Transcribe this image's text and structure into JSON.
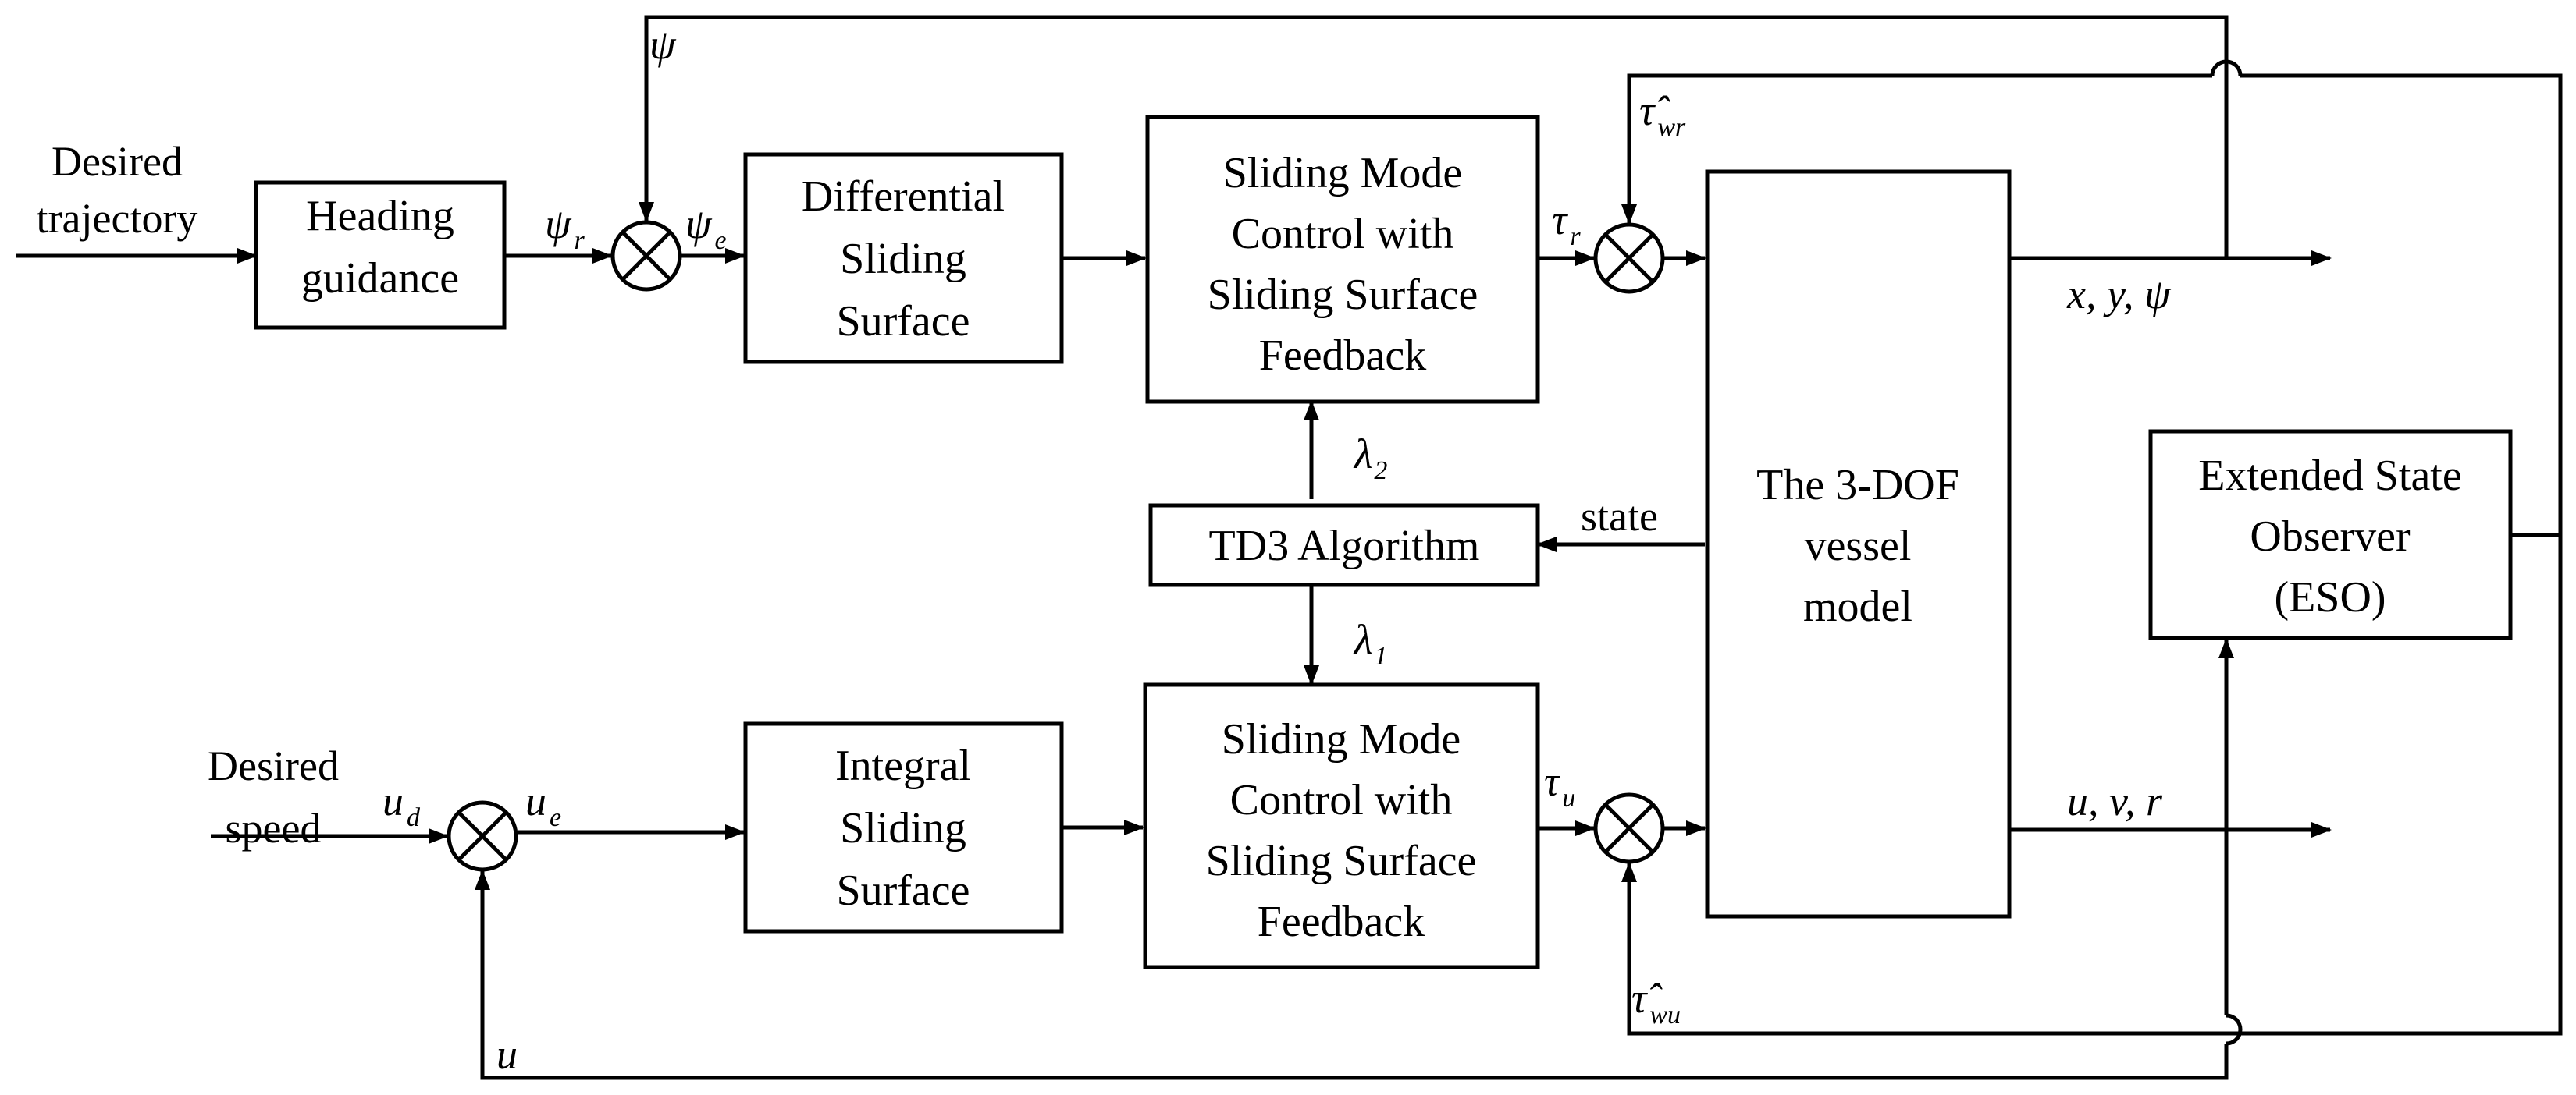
{
  "blocks": {
    "heading_guidance": [
      "Heading",
      "guidance"
    ],
    "differential_sliding_surface": [
      "Differential",
      "Sliding",
      "Surface"
    ],
    "smc_top": [
      "Sliding Mode",
      "Control with",
      "Sliding Surface",
      "Feedback"
    ],
    "td3": [
      "TD3 Algorithm"
    ],
    "integral_sliding_surface": [
      "Integral",
      "Sliding",
      "Surface"
    ],
    "smc_bottom": [
      "Sliding Mode",
      "Control with",
      "Sliding Surface",
      "Feedback"
    ],
    "vessel_model": [
      "The 3-DOF",
      "vessel",
      "model"
    ],
    "eso": [
      "Extended State",
      "Observer",
      "(ESO)"
    ]
  },
  "signals": {
    "desired_trajectory": [
      "Desired",
      "trajectory"
    ],
    "desired_speed": [
      "Desired",
      "speed"
    ],
    "state": "state",
    "psi": "ψ",
    "psi_r": {
      "base": "ψ",
      "sub": "r"
    },
    "psi_e": {
      "base": "ψ",
      "sub": "e"
    },
    "tau_r": {
      "base": "τ",
      "sub": "r"
    },
    "tau_u": {
      "base": "τ",
      "sub": "u"
    },
    "tau_wr_hat": {
      "base": "τ̂",
      "sub": "wr"
    },
    "tau_wu_hat": {
      "base": "τ̂",
      "sub": "wu"
    },
    "lambda2": {
      "base": "λ",
      "sub": "2"
    },
    "lambda1": {
      "base": "λ",
      "sub": "1"
    },
    "u_d": {
      "base": "u",
      "sub": "d"
    },
    "u_e": {
      "base": "u",
      "sub": "e"
    },
    "u": "u",
    "out_pose": "x, y, ψ",
    "out_vel": "u, v, r"
  }
}
